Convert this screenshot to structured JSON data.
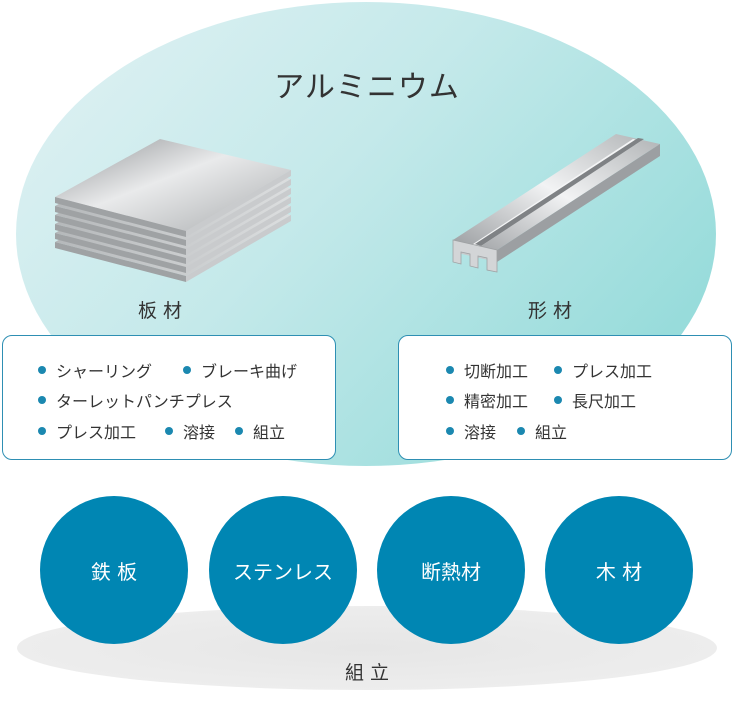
{
  "title": "アルミニウム",
  "sheet_caption": "板 材",
  "profile_caption": "形 材",
  "sheet_processes": [
    "シャーリング",
    "ブレーキ曲げ",
    "ターレットパンチプレス",
    "プレス加工",
    "溶接",
    "組立"
  ],
  "profile_processes": [
    "切断加工",
    "プレス加工",
    "精密加工",
    "長尺加工",
    "溶接",
    "組立"
  ],
  "materials": [
    "鉄 板",
    "ステンレス",
    "断熱材",
    "木 材"
  ],
  "bottom_label": "組 立",
  "colors": {
    "accent": "#0086b3",
    "ellipse_light": "#d6eef1",
    "ellipse_dark": "#9fdedd",
    "box_border": "#2e8fb3",
    "base_gray": "#e8e8e8"
  }
}
